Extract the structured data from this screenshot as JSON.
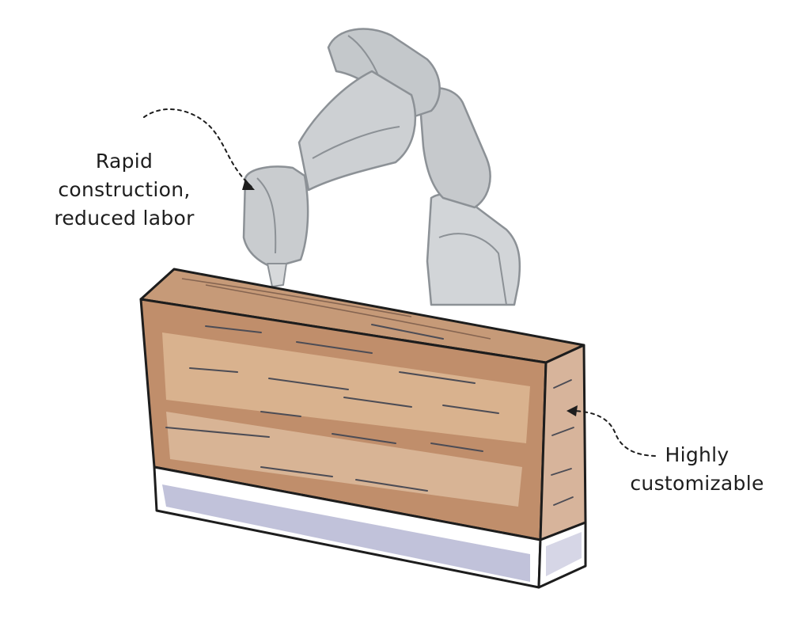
{
  "callouts": {
    "left": {
      "lines": [
        "Rapid",
        "construction,",
        "reduced labor"
      ]
    },
    "right": {
      "lines": [
        "Highly",
        "customizable"
      ]
    }
  },
  "icons": {
    "robot": "robot-arm-icon",
    "panel": "wood-panel-icon"
  },
  "colors": {
    "ink": "#1d1d1d",
    "robot": "#c9cccf",
    "wood": "#b98a6a",
    "wood_light": "#e8c9a6",
    "base_shadow": "#a9a9c9"
  }
}
